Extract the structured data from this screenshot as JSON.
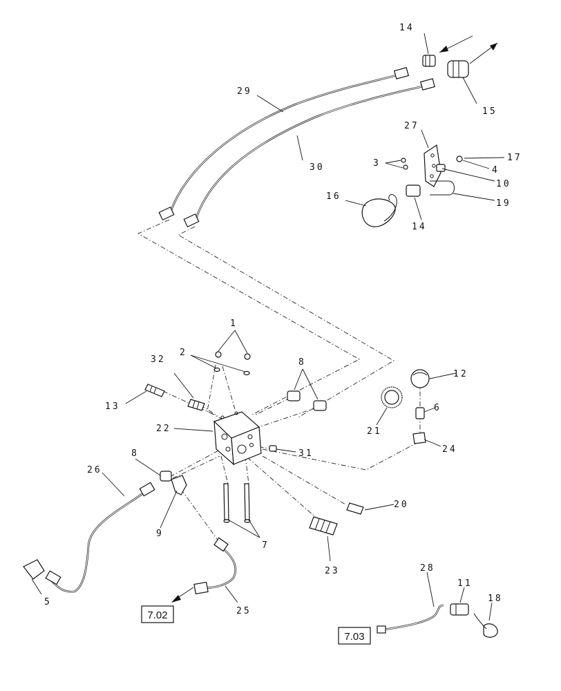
{
  "diagram": {
    "callouts": [
      {
        "id": "c1",
        "label": "1"
      },
      {
        "id": "c2",
        "label": "2"
      },
      {
        "id": "c3",
        "label": "3"
      },
      {
        "id": "c4",
        "label": "4"
      },
      {
        "id": "c5",
        "label": "5"
      },
      {
        "id": "c6",
        "label": "6"
      },
      {
        "id": "c7",
        "label": "7"
      },
      {
        "id": "c8a",
        "label": "8"
      },
      {
        "id": "c8b",
        "label": "8"
      },
      {
        "id": "c9",
        "label": "9"
      },
      {
        "id": "c10",
        "label": "10"
      },
      {
        "id": "c11",
        "label": "11"
      },
      {
        "id": "c12",
        "label": "12"
      },
      {
        "id": "c13",
        "label": "13"
      },
      {
        "id": "c14a",
        "label": "14"
      },
      {
        "id": "c14b",
        "label": "14"
      },
      {
        "id": "c15",
        "label": "15"
      },
      {
        "id": "c16",
        "label": "16"
      },
      {
        "id": "c17",
        "label": "17"
      },
      {
        "id": "c18",
        "label": "18"
      },
      {
        "id": "c19",
        "label": "19"
      },
      {
        "id": "c20",
        "label": "20"
      },
      {
        "id": "c21",
        "label": "21"
      },
      {
        "id": "c22",
        "label": "22"
      },
      {
        "id": "c23",
        "label": "23"
      },
      {
        "id": "c24",
        "label": "24"
      },
      {
        "id": "c25",
        "label": "25"
      },
      {
        "id": "c26",
        "label": "26"
      },
      {
        "id": "c27",
        "label": "27"
      },
      {
        "id": "c28",
        "label": "28"
      },
      {
        "id": "c29",
        "label": "29"
      },
      {
        "id": "c30",
        "label": "30"
      },
      {
        "id": "c31",
        "label": "31"
      },
      {
        "id": "c32",
        "label": "32"
      }
    ],
    "references": [
      {
        "id": "ref702",
        "label": "7.02"
      },
      {
        "id": "ref703",
        "label": "7.03"
      }
    ]
  }
}
